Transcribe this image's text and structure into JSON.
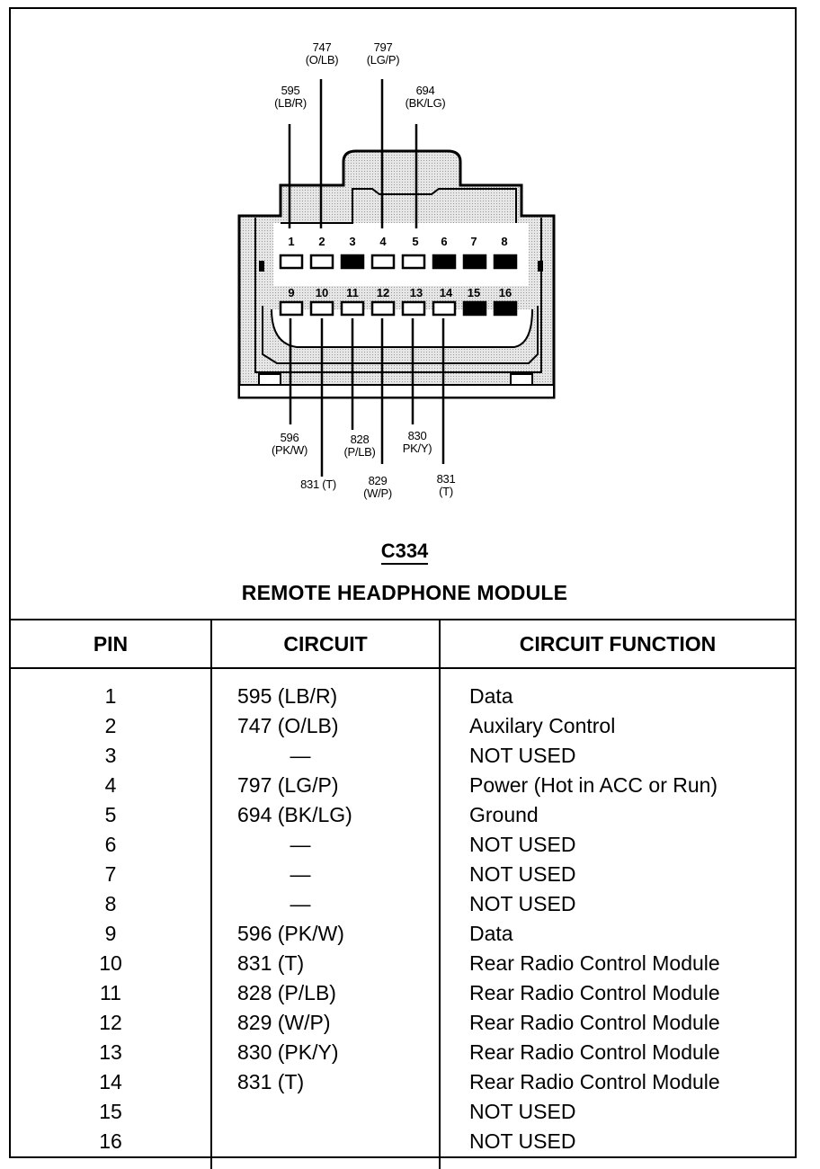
{
  "connector": {
    "id": "C334",
    "name": "REMOTE HEADPHONE MODULE"
  },
  "top_wires": [
    {
      "pin": "1",
      "code": "595",
      "color": "(LB/R)"
    },
    {
      "pin": "2",
      "code": "747",
      "color": "(O/LB)"
    },
    {
      "pin": "4",
      "code": "797",
      "color": "(LG/P)"
    },
    {
      "pin": "5",
      "code": "694",
      "color": "(BK/LG)"
    }
  ],
  "bottom_wires": [
    {
      "pin": "9",
      "code": "596",
      "color": "(PK/W)"
    },
    {
      "pin": "10",
      "label": "831 (T)"
    },
    {
      "pin": "11",
      "code": "828",
      "color": "(P/LB)"
    },
    {
      "pin": "12",
      "code": "829",
      "color": "(W/P)"
    },
    {
      "pin": "13",
      "code": "830",
      "color": "PK/Y)"
    },
    {
      "pin": "14",
      "code": "831",
      "color": "(T)"
    }
  ],
  "pin_labels": [
    "1",
    "2",
    "3",
    "4",
    "5",
    "6",
    "7",
    "8",
    "9",
    "10",
    "11",
    "12",
    "13",
    "14",
    "15",
    "16"
  ],
  "table": {
    "headers": {
      "pin": "PIN",
      "circuit": "CIRCUIT",
      "function": "CIRCUIT FUNCTION"
    },
    "rows": [
      {
        "pin": "1",
        "circuit": "595 (LB/R)",
        "function": "Data"
      },
      {
        "pin": "2",
        "circuit": "747 (O/LB)",
        "function": "Auxilary Control"
      },
      {
        "pin": "3",
        "circuit": "—",
        "function": "NOT USED"
      },
      {
        "pin": "4",
        "circuit": "797 (LG/P)",
        "function": "Power (Hot in ACC or Run)"
      },
      {
        "pin": "5",
        "circuit": "694 (BK/LG)",
        "function": "Ground"
      },
      {
        "pin": "6",
        "circuit": "—",
        "function": "NOT USED"
      },
      {
        "pin": "7",
        "circuit": "—",
        "function": "NOT USED"
      },
      {
        "pin": "8",
        "circuit": "—",
        "function": "NOT USED"
      },
      {
        "pin": "9",
        "circuit": "596 (PK/W)",
        "function": "Data"
      },
      {
        "pin": "10",
        "circuit": "831 (T)",
        "function": "Rear Radio Control Module"
      },
      {
        "pin": "11",
        "circuit": "828 (P/LB)",
        "function": "Rear Radio Control Module"
      },
      {
        "pin": "12",
        "circuit": "829 (W/P)",
        "function": "Rear Radio Control Module"
      },
      {
        "pin": "13",
        "circuit": "830 (PK/Y)",
        "function": "Rear Radio Control Module"
      },
      {
        "pin": "14",
        "circuit": "831 (T)",
        "function": "Rear Radio Control Module"
      },
      {
        "pin": "15",
        "circuit": "",
        "function": "NOT USED"
      },
      {
        "pin": "16",
        "circuit": "",
        "function": "NOT USED"
      }
    ]
  }
}
